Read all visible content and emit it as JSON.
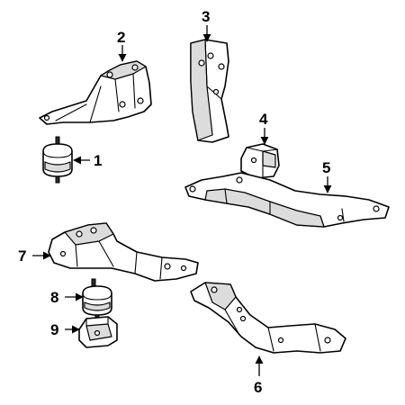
{
  "diagram": {
    "callouts": [
      {
        "id": "1",
        "label": "1"
      },
      {
        "id": "2",
        "label": "2"
      },
      {
        "id": "3",
        "label": "3"
      },
      {
        "id": "4",
        "label": "4"
      },
      {
        "id": "5",
        "label": "5"
      },
      {
        "id": "6",
        "label": "6"
      },
      {
        "id": "7",
        "label": "7"
      },
      {
        "id": "8",
        "label": "8"
      },
      {
        "id": "9",
        "label": "9"
      }
    ]
  }
}
